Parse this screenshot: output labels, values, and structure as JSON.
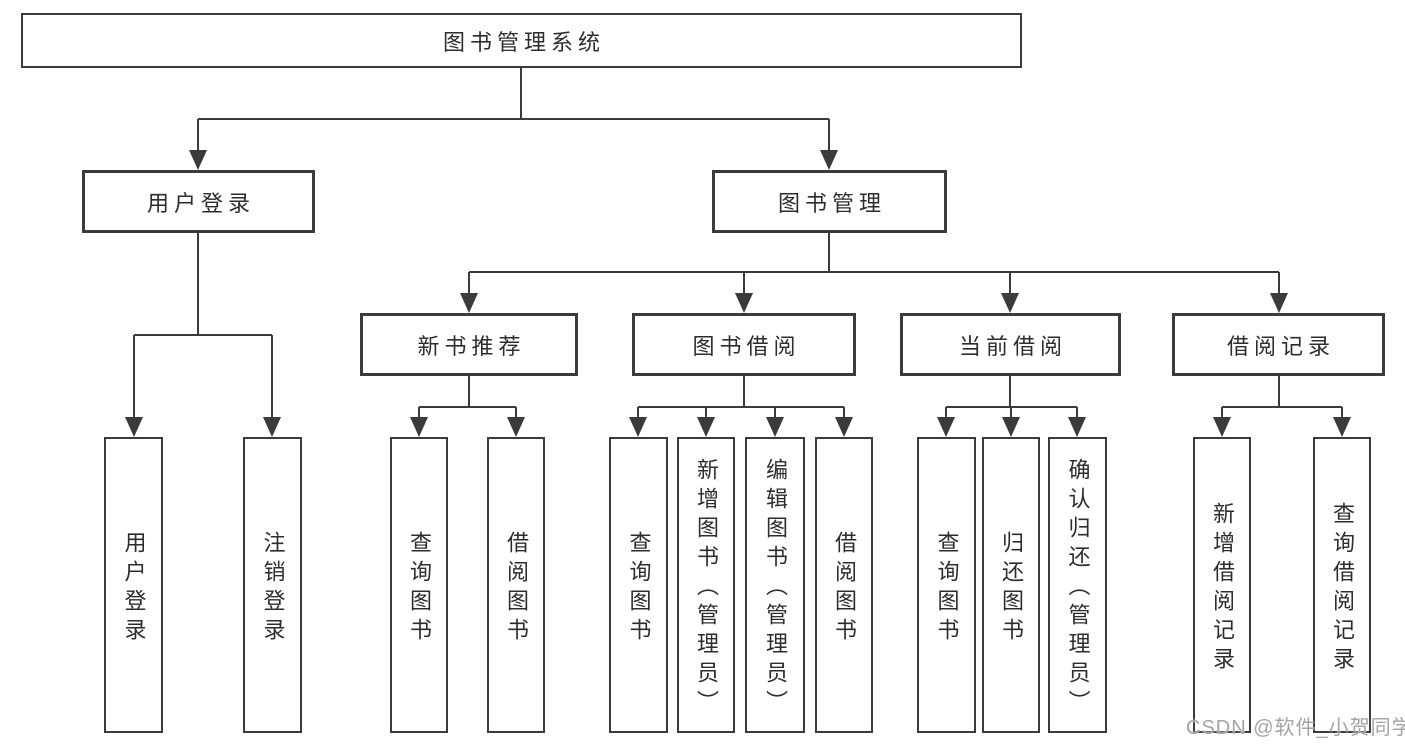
{
  "diagram": {
    "type": "tree",
    "root": {
      "label": "图书管理系统",
      "children": [
        {
          "label": "用户登录",
          "children": [
            {
              "label": "用户登录"
            },
            {
              "label": "注销登录"
            }
          ]
        },
        {
          "label": "图书管理",
          "children": [
            {
              "label": "新书推荐",
              "children": [
                {
                  "label": "查询图书"
                },
                {
                  "label": "借阅图书"
                }
              ]
            },
            {
              "label": "图书借阅",
              "children": [
                {
                  "label": "查询图书"
                },
                {
                  "label": "新增图书（管理员）"
                },
                {
                  "label": "编辑图书（管理员）"
                },
                {
                  "label": "借阅图书"
                }
              ]
            },
            {
              "label": "当前借阅",
              "children": [
                {
                  "label": "查询图书"
                },
                {
                  "label": "归还图书"
                },
                {
                  "label": "确认归还（管理员）"
                }
              ]
            },
            {
              "label": "借阅记录",
              "children": [
                {
                  "label": "新增借阅记录"
                },
                {
                  "label": "查询借阅记录"
                }
              ]
            }
          ]
        }
      ]
    }
  },
  "watermark": {
    "text": "CSDN @软件_小贺同学"
  },
  "colors": {
    "line": "#3b3b3b",
    "text": "#2d2d2d",
    "box_background": "#ffffff",
    "watermark": "#a3a3a3",
    "background": "#ffffff"
  }
}
